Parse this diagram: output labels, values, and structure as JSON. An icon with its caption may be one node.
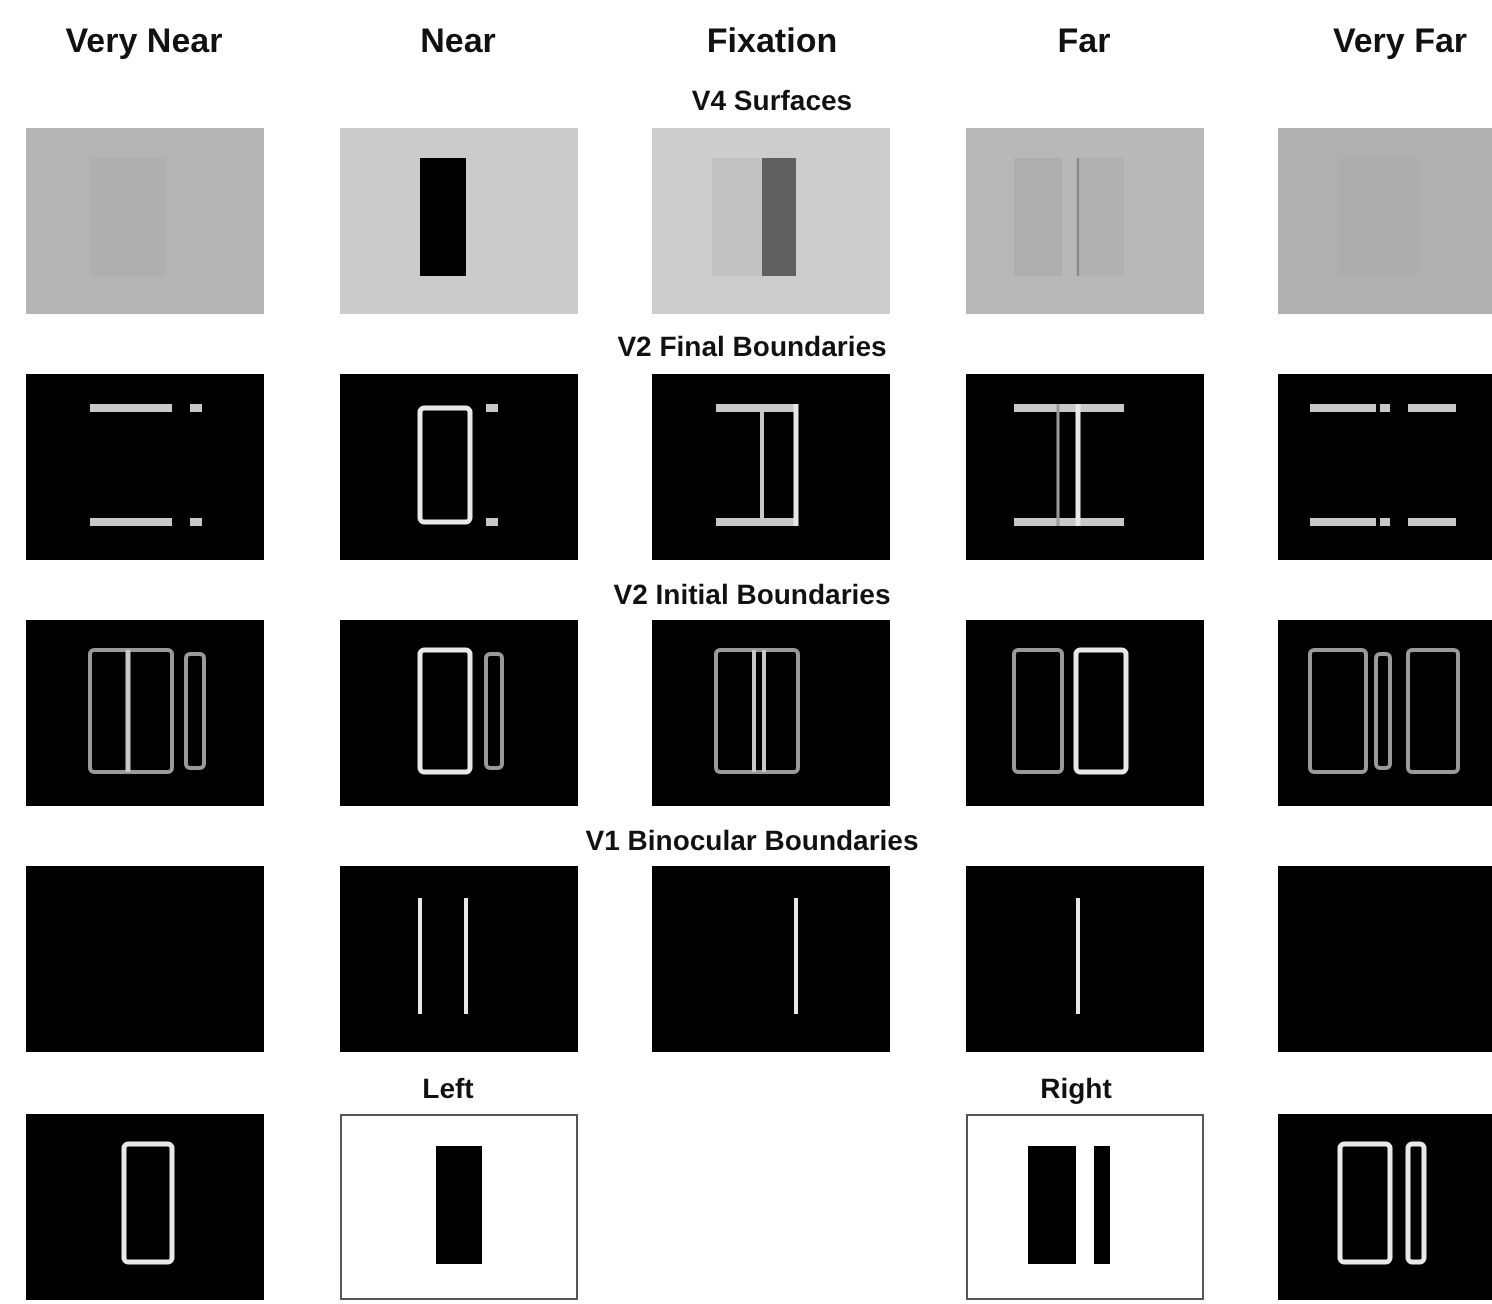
{
  "diagram": {
    "labels": [
      "Very Near",
      "Near",
      "Fixation",
      "Far",
      "Very Far",
      "V4 Surfaces",
      "V2 Final Boundaries",
      "V2 Initial Boundaries",
      "V1 Binocular Boundaries",
      "Left",
      "Right"
    ]
  }
}
